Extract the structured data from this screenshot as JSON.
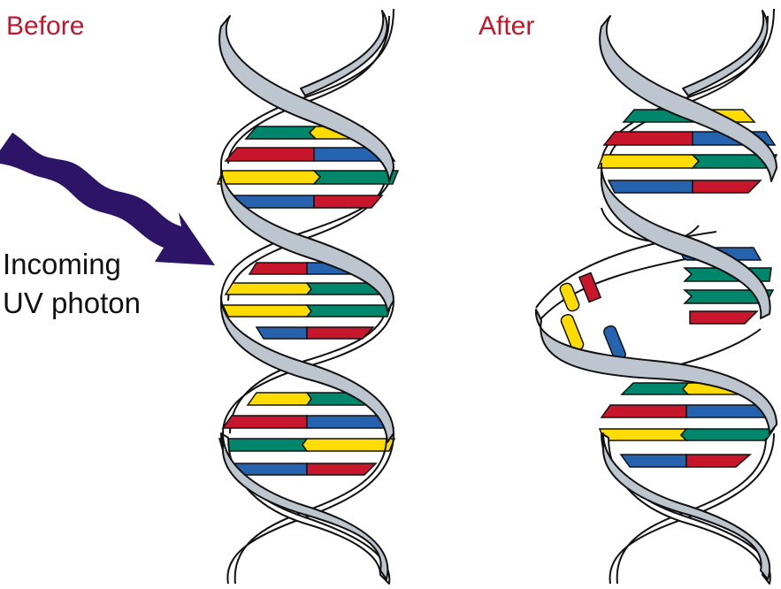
{
  "labels": {
    "before": "Before",
    "after": "After",
    "uv_line1": "Incoming",
    "uv_line2": "UV photon"
  },
  "colors": {
    "label_red": "#c0172d",
    "photon_purple": "#2d1466",
    "backbone_gray": "#bdc6cf",
    "outline": "#111111",
    "base_green": "#00866a",
    "base_yellow": "#ffdc00",
    "base_red": "#c8172d",
    "base_blue": "#2563ae"
  },
  "before_helix": {
    "base_pairs": [
      [
        "green",
        "yellow"
      ],
      [
        "red",
        "blue"
      ],
      [
        "yellow",
        "green"
      ],
      [
        "blue",
        "red"
      ],
      [
        "red",
        "blue"
      ],
      [
        "yellow",
        "green"
      ],
      [
        "yellow",
        "green"
      ],
      [
        "blue",
        "red"
      ],
      [
        "yellow",
        "green"
      ],
      [
        "red",
        "blue"
      ],
      [
        "green",
        "yellow"
      ],
      [
        "blue",
        "red"
      ]
    ]
  },
  "after_helix": {
    "base_pairs_top": [
      [
        "green",
        "yellow"
      ],
      [
        "red",
        "blue"
      ],
      [
        "yellow",
        "green"
      ],
      [
        "blue",
        "red"
      ]
    ],
    "damaged_region": {
      "left_fragments": [
        "yellow",
        "red",
        "yellow",
        "blue"
      ],
      "right_fragments": [
        "blue",
        "green",
        "green",
        "red"
      ]
    },
    "base_pairs_bottom": [
      [
        "green",
        "yellow"
      ],
      [
        "red",
        "blue"
      ],
      [
        "yellow",
        "green"
      ],
      [
        "blue",
        "red"
      ]
    ]
  }
}
